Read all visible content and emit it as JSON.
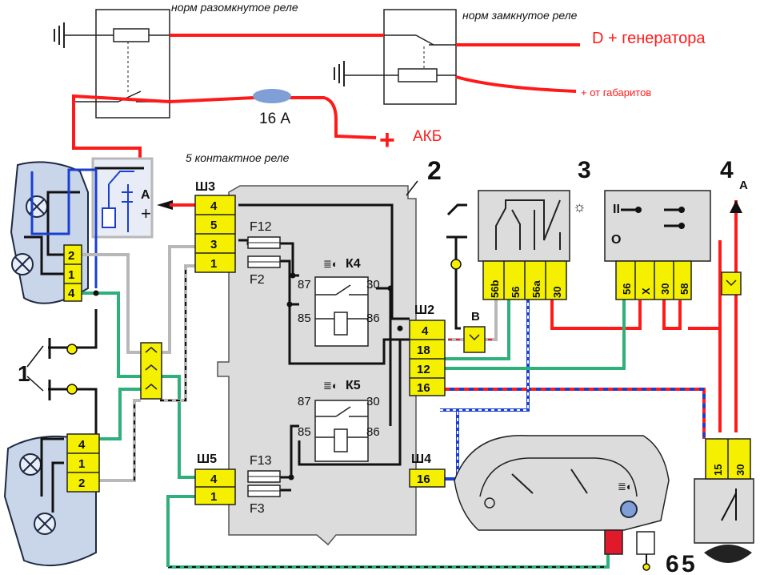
{
  "labels": {
    "relay_no": "норм разомкнутое реле",
    "relay_nc": "норм замкнутое реле",
    "d_gen": "D + генератора",
    "gabarit": "+ от габаритов",
    "fuse16": "16 А",
    "akb": "АКБ",
    "plus": "+",
    "relay5": "5 контактное реле",
    "a_left": "А",
    "a_right": "А",
    "b_label": "В",
    "sh3": "Ш3",
    "sh2": "Ш2",
    "sh5": "Ш5",
    "sh4": "Ш4",
    "f12": "F12",
    "f2": "F2",
    "f13": "F13",
    "f3": "F3",
    "k4": "К4",
    "k5": "К5",
    "t87a": "87",
    "t30a": "30",
    "t85a": "85",
    "t86a": "86",
    "t87b": "87",
    "t30b": "30",
    "t85b": "85",
    "t86b": "86",
    "n1": "1",
    "n2": "2",
    "n3": "3",
    "n4": "4",
    "n5": "5",
    "n6": "6",
    "sw4_ii": "II",
    "sw4_o": "O"
  },
  "connectors": {
    "sh3": [
      "4",
      "5",
      "3",
      "1"
    ],
    "sh2": [
      "4",
      "18",
      "12",
      "16"
    ],
    "sh5": [
      "4",
      "1"
    ],
    "sh4": [
      "16"
    ],
    "headlamp_top": [
      "2",
      "1",
      "4"
    ],
    "headlamp_bottom": [
      "4",
      "1",
      "2"
    ],
    "switch3": [
      "56b",
      "56",
      "56a",
      "30"
    ],
    "switch4": [
      "56",
      "X",
      "30",
      "58"
    ],
    "switch5": [
      "15",
      "30"
    ]
  },
  "colors": {
    "red_wire": "#ff1a1a",
    "connector_yellow": "#f4f000",
    "green_wire": "#2fb07a",
    "blue_wire": "#1a3fd0",
    "gray_wire": "#b8b8b8",
    "block_gray": "#dcdcdc",
    "fuse_blue": "#7f9fd6"
  }
}
